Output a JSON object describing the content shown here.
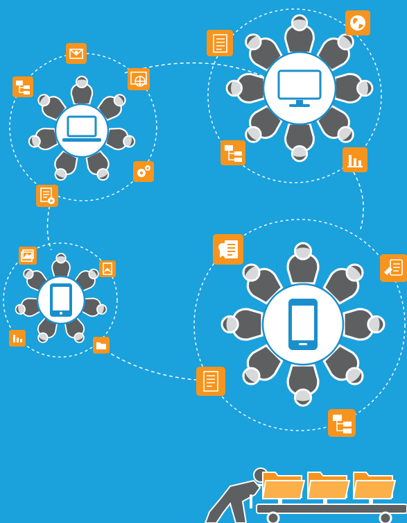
{
  "palette": {
    "background": "#1ba1dc",
    "accent": "#f7941d",
    "device_blue": "#1b8fcc",
    "figure_gray": "#5d5f61",
    "line_white": "#ffffff"
  },
  "groups": [
    {
      "name": "laptop-group",
      "device": "laptop-icon",
      "icons": [
        "email-icon",
        "browser-globe-icon",
        "gears-icon",
        "settings-doc-icon",
        "org-chart-icon"
      ]
    },
    {
      "name": "monitor-group",
      "device": "monitor-icon",
      "icons": [
        "document-list-icon",
        "globe-icon",
        "org-chart-icon",
        "bar-chart-icon"
      ]
    },
    {
      "name": "tablet-group",
      "device": "tablet-icon",
      "icons": [
        "image-icon",
        "pdf-icon",
        "folder-icon",
        "bar-chart-icon"
      ]
    },
    {
      "name": "phone-group",
      "device": "smartphone-icon",
      "icons": [
        "certificate-icon",
        "pen-note-icon",
        "document-list-icon",
        "org-chart-icon"
      ]
    }
  ],
  "footer_scene": {
    "figure": "pushing-man-icon",
    "cart": "cart-icon",
    "folders": [
      "folder-icon",
      "folder-icon",
      "folder-icon"
    ]
  }
}
